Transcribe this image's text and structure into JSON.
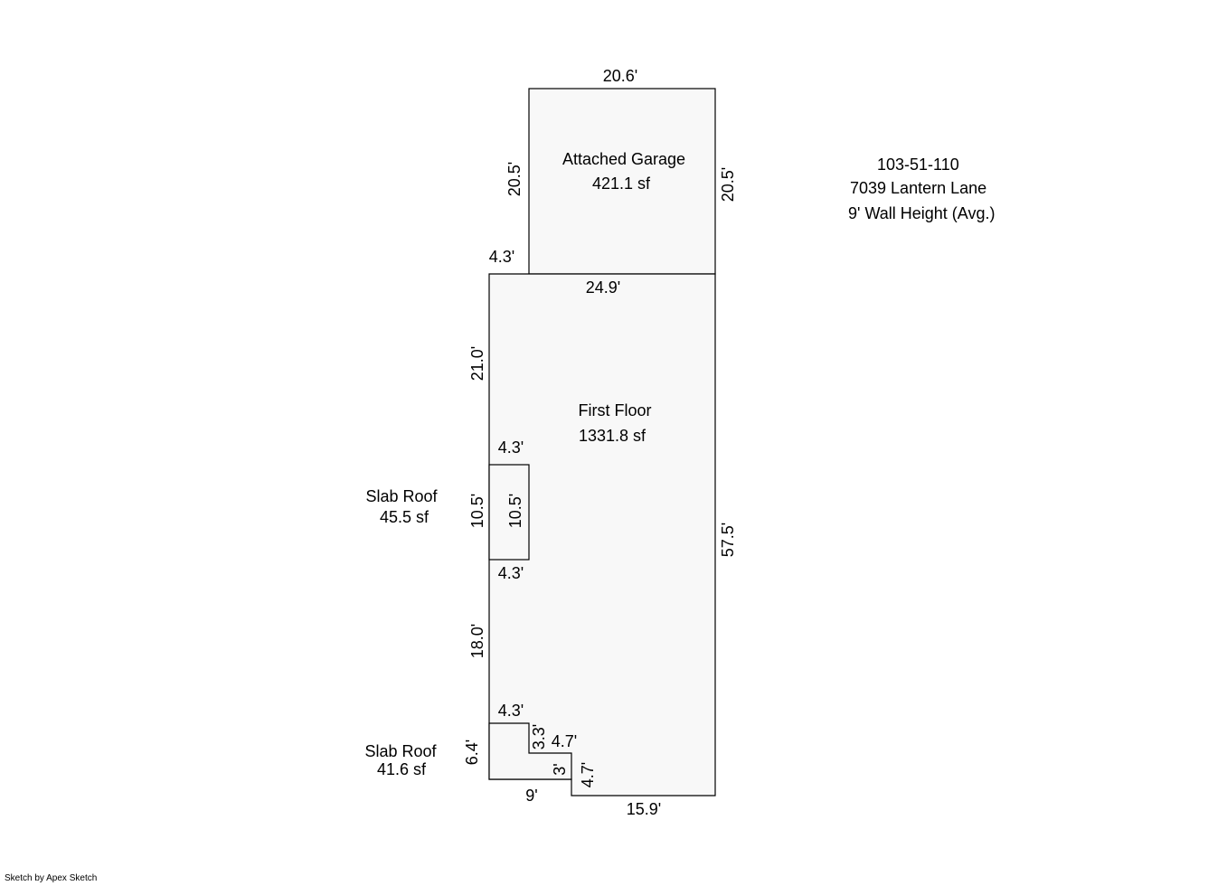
{
  "property": {
    "parcel_id": "103-51-110",
    "address": "7039 Lantern Lane",
    "wall_height": "9' Wall Height (Avg.)"
  },
  "areas": {
    "garage": {
      "name": "Attached Garage",
      "area": "421.1 sf"
    },
    "first_floor": {
      "name": "First Floor",
      "area": "1331.8 sf"
    },
    "slab_roof_1": {
      "name": "Slab Roof",
      "area": "45.5 sf"
    },
    "slab_roof_2": {
      "name": "Slab Roof",
      "area": "41.6 sf"
    }
  },
  "dimensions": {
    "garage_top": "20.6'",
    "garage_left": "20.5'",
    "garage_right": "20.5'",
    "offset_top_left": "4.3'",
    "floor_top": "24.9'",
    "floor_left_upper": "21.0'",
    "floor_right": "57.5'",
    "bump1_top": "4.3'",
    "bump1_left": "10.5'",
    "bump1_right": "10.5'",
    "bump1_bottom": "4.3'",
    "floor_left_lower": "18.0'",
    "step_top": "4.3'",
    "step_left": "6.4'",
    "step_v1": "3.3'",
    "step_h1": "4.7'",
    "step_v2": "3'",
    "step_v3": "4.7'",
    "step_bottom": "9'",
    "floor_bottom": "15.9'"
  },
  "footer": {
    "credit": "Sketch by Apex Sketch"
  }
}
